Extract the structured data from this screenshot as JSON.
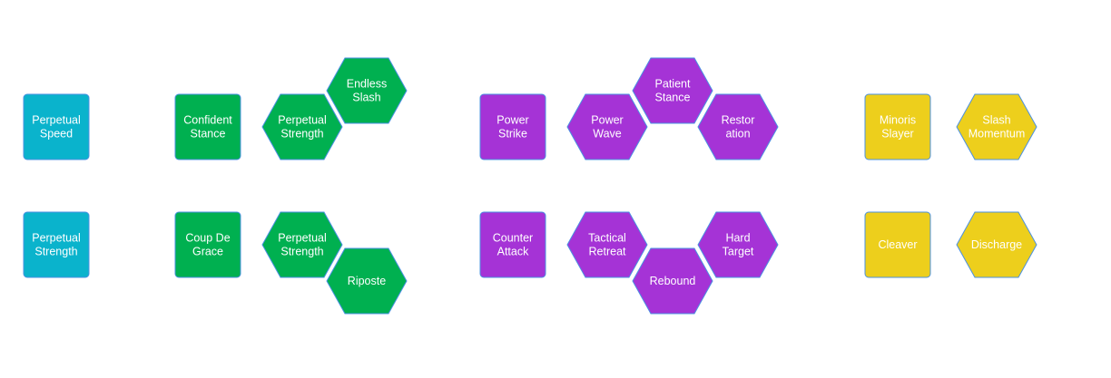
{
  "colors": {
    "cyan": "#0AB3CC",
    "green": "#00B050",
    "purple": "#A533D6",
    "yellow": "#EDCF1C",
    "border": "#4A90E2"
  },
  "nodes": [
    {
      "id": "perpetual-speed",
      "shape": "square",
      "color": "cyan",
      "lines": [
        "Perpetual",
        "Speed"
      ]
    },
    {
      "id": "perpetual-strength-a",
      "shape": "square",
      "color": "cyan",
      "lines": [
        "Perpetual",
        "Strength"
      ]
    },
    {
      "id": "confident-stance",
      "shape": "square",
      "color": "green",
      "lines": [
        "Confident",
        "Stance"
      ]
    },
    {
      "id": "perpetual-strength-b",
      "shape": "hexagon",
      "color": "green",
      "lines": [
        "Perpetual",
        "Strength"
      ]
    },
    {
      "id": "endless-slash",
      "shape": "hexagon",
      "color": "green",
      "lines": [
        "Endless",
        "Slash"
      ]
    },
    {
      "id": "coup-de-grace",
      "shape": "square",
      "color": "green",
      "lines": [
        "Coup De",
        "Grace"
      ]
    },
    {
      "id": "perpetual-strength-c",
      "shape": "hexagon",
      "color": "green",
      "lines": [
        "Perpetual",
        "Strength"
      ]
    },
    {
      "id": "riposte",
      "shape": "hexagon",
      "color": "green",
      "lines": [
        "Riposte"
      ]
    },
    {
      "id": "power-strike",
      "shape": "square",
      "color": "purple",
      "lines": [
        "Power",
        "Strike"
      ]
    },
    {
      "id": "power-wave",
      "shape": "hexagon",
      "color": "purple",
      "lines": [
        "Power",
        "Wave"
      ]
    },
    {
      "id": "patient-stance",
      "shape": "hexagon",
      "color": "purple",
      "lines": [
        "Patient",
        "Stance"
      ]
    },
    {
      "id": "restoration",
      "shape": "hexagon",
      "color": "purple",
      "lines": [
        "Restor",
        "ation"
      ]
    },
    {
      "id": "counter-attack",
      "shape": "square",
      "color": "purple",
      "lines": [
        "Counter",
        "Attack"
      ]
    },
    {
      "id": "tactical-retreat",
      "shape": "hexagon",
      "color": "purple",
      "lines": [
        "Tactical",
        "Retreat"
      ]
    },
    {
      "id": "rebound",
      "shape": "hexagon",
      "color": "purple",
      "lines": [
        "Rebound"
      ]
    },
    {
      "id": "hard-target",
      "shape": "hexagon",
      "color": "purple",
      "lines": [
        "Hard",
        "Target"
      ]
    },
    {
      "id": "minoris-slayer",
      "shape": "square",
      "color": "yellow",
      "lines": [
        "Minoris",
        "Slayer"
      ]
    },
    {
      "id": "slash-momentum",
      "shape": "hexagon",
      "color": "yellow",
      "lines": [
        "Slash",
        "Momentum"
      ]
    },
    {
      "id": "cleaver",
      "shape": "square",
      "color": "yellow",
      "lines": [
        "Cleaver"
      ]
    },
    {
      "id": "discharge",
      "shape": "hexagon",
      "color": "yellow",
      "lines": [
        "Discharge"
      ]
    }
  ]
}
